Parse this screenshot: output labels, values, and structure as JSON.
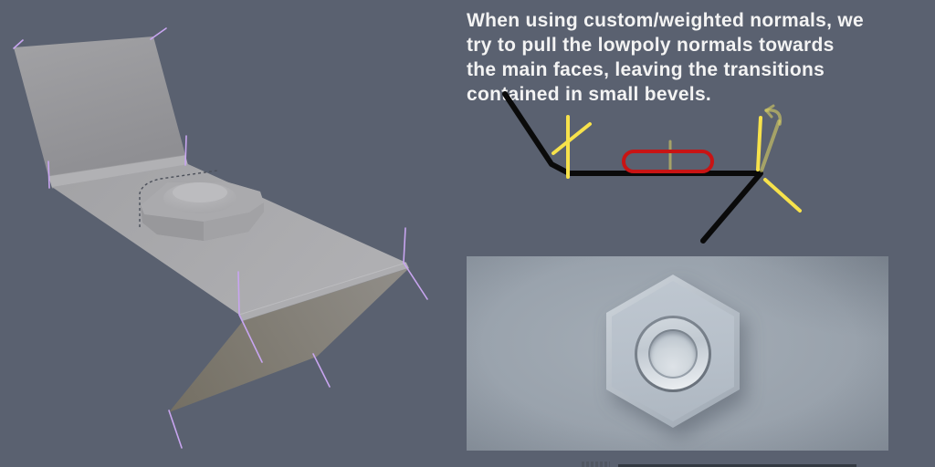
{
  "page": {
    "background_color": "#5a6170"
  },
  "annotation_text": {
    "line1": "When using custom/weighted normals, we",
    "line2": "try to pull the lowpoly normals towards",
    "line3": "the main faces, leaving the transitions",
    "line4": "contained in small bevels.",
    "text_color": "#f3f3f3"
  },
  "viewport": {
    "content": "gray plate with hexagonal nut boss, vertex normals shown",
    "background_color": "#5a6170",
    "vertex_normal_color": "#c8a5f0",
    "model_color": "#a8a8ab"
  },
  "diagram": {
    "profile_color": "#0a0a0a",
    "custom_normal_color": "#f7e24b",
    "original_normal_color": "rgba(228,217,96,0.55)",
    "bevel_highlight_color": "#c81414"
  },
  "render_preview": {
    "content": "top-down render of hexagonal nut",
    "background_color": "#9aa3ad"
  }
}
